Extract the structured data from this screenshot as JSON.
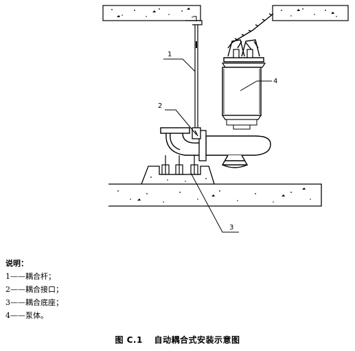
{
  "callouts": [
    {
      "number": "1"
    },
    {
      "number": "2"
    },
    {
      "number": "3"
    },
    {
      "number": "4"
    }
  ],
  "legend": {
    "title": "说明：",
    "items": [
      {
        "text": "1——耦合杆；"
      },
      {
        "text": "2——耦合接口；"
      },
      {
        "text": "3——耦合底座；"
      },
      {
        "text": "4——泵体。"
      }
    ]
  },
  "caption": {
    "number": "图 C.1",
    "text": "自动耦合式安装示意图"
  }
}
